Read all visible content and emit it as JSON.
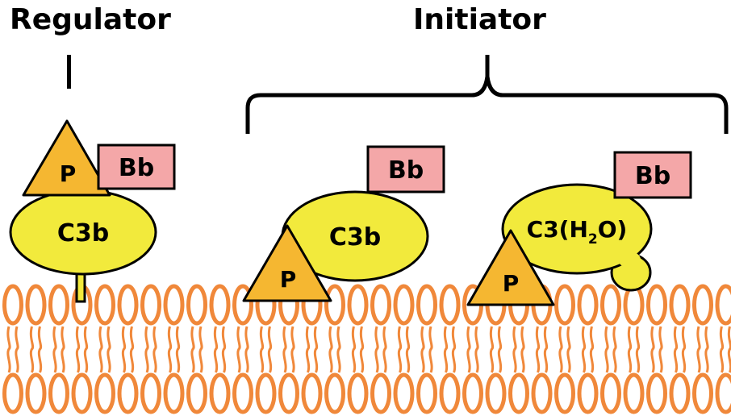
{
  "headers": {
    "regulator": "Regulator",
    "initiator": "Initiator"
  },
  "complexes": {
    "regulator": {
      "properdin": "P",
      "fragment": "Bb",
      "core": "C3b"
    },
    "initiator_c3b": {
      "properdin": "P",
      "fragment": "Bb",
      "core": "C3b"
    },
    "initiator_c3h2o": {
      "properdin": "P",
      "fragment": "Bb",
      "core_prefix": "C3(H",
      "core_sub": "2",
      "core_suffix": "O)"
    }
  },
  "colors": {
    "properdin_fill": "#f5b731",
    "fragment_fill": "#f4a7a8",
    "core_fill": "#f2ea3c",
    "membrane": "#f0883a",
    "lipid_head_fill": "#ffffff",
    "outline": "#000000"
  }
}
